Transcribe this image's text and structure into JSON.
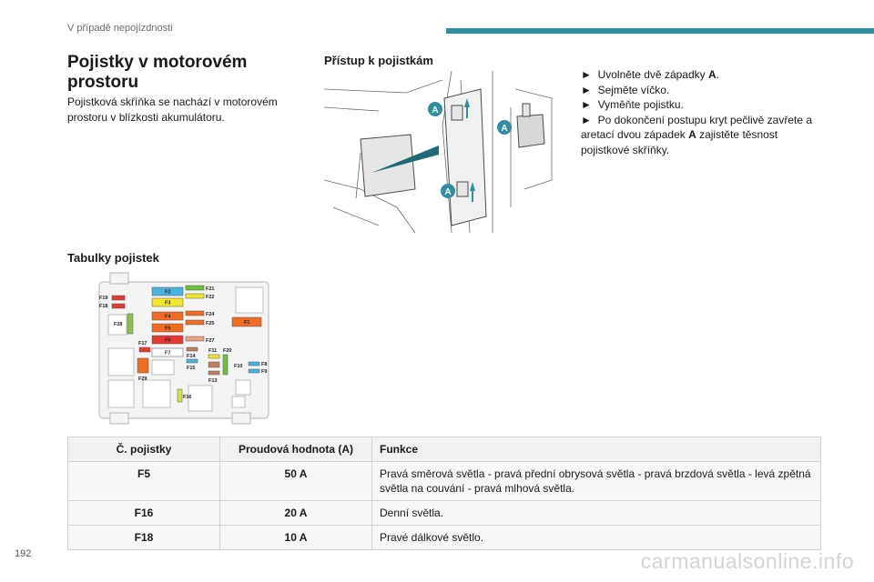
{
  "header": {
    "section": "V případě nepojízdnosti",
    "accent_color": "#2f8fa1"
  },
  "main": {
    "title": "Pojistky v motorovém prostoru",
    "intro": "Pojistková skříňka se nachází v motorovém prostoru v blízkosti akumulátoru.",
    "access_heading": "Přístup k pojistkám",
    "callout_label": "A",
    "steps": [
      {
        "marker": "►",
        "pre": "Uvolněte dvě západky ",
        "bold": "A",
        "post": "."
      },
      {
        "marker": "►",
        "pre": "Sejměte víčko.",
        "bold": "",
        "post": ""
      },
      {
        "marker": "►",
        "pre": "Vyměňte pojistku.",
        "bold": "",
        "post": ""
      },
      {
        "marker": "►",
        "pre": "Po dokončení postupu kryt pečlivě zavřete a aretací dvou západek ",
        "bold": "A",
        "post": " zajistěte těsnost pojistkové skříňky."
      }
    ],
    "tables_heading": "Tabulky pojistek"
  },
  "fuse_diagram": {
    "labels": [
      "F19",
      "F18",
      "F28",
      "F2",
      "F3",
      "F4",
      "F5",
      "F6",
      "F7",
      "F17",
      "F29",
      "F21",
      "F22",
      "F24",
      "F25",
      "F27",
      "F14",
      "F15",
      "F11",
      "F20",
      "F10",
      "F8",
      "F9",
      "F13",
      "F16",
      "F1"
    ]
  },
  "fuse_table": {
    "headers": [
      "Č. pojistky",
      "Proudová hodnota (A)",
      "Funkce"
    ],
    "rows": [
      [
        "F5",
        "50 A",
        "Pravá směrová světla - pravá přední obrysová světla - pravá brzdová světla - levá zpětná světla na couvání - pravá mlhová světla."
      ],
      [
        "F16",
        "20 A",
        "Denní světla."
      ],
      [
        "F18",
        "10 A",
        "Pravé dálkové světlo."
      ]
    ]
  },
  "footer": {
    "page_number": "192",
    "watermark": "carmanualsonline.info"
  }
}
